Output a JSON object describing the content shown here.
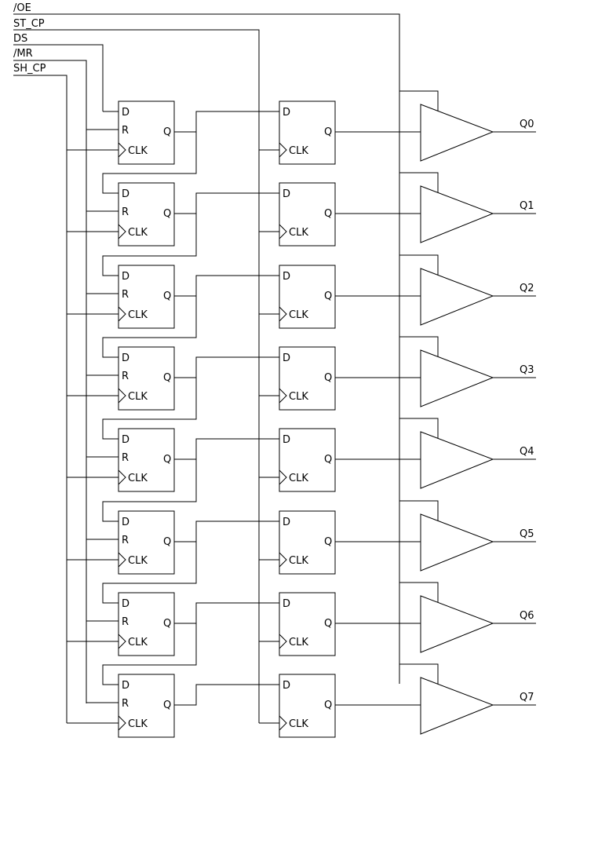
{
  "inputs": [
    "/OE",
    "ST_CP",
    "DS",
    "/MR",
    "SH_CP"
  ],
  "shift_register_pins": {
    "d": "D",
    "r": "R",
    "q": "Q",
    "clk": "CLK"
  },
  "storage_register_pins": {
    "d": "D",
    "q": "Q",
    "clk": "CLK"
  },
  "outputs": [
    "Q0",
    "Q1",
    "Q2",
    "Q3",
    "Q4",
    "Q5",
    "Q6",
    "Q7"
  ]
}
